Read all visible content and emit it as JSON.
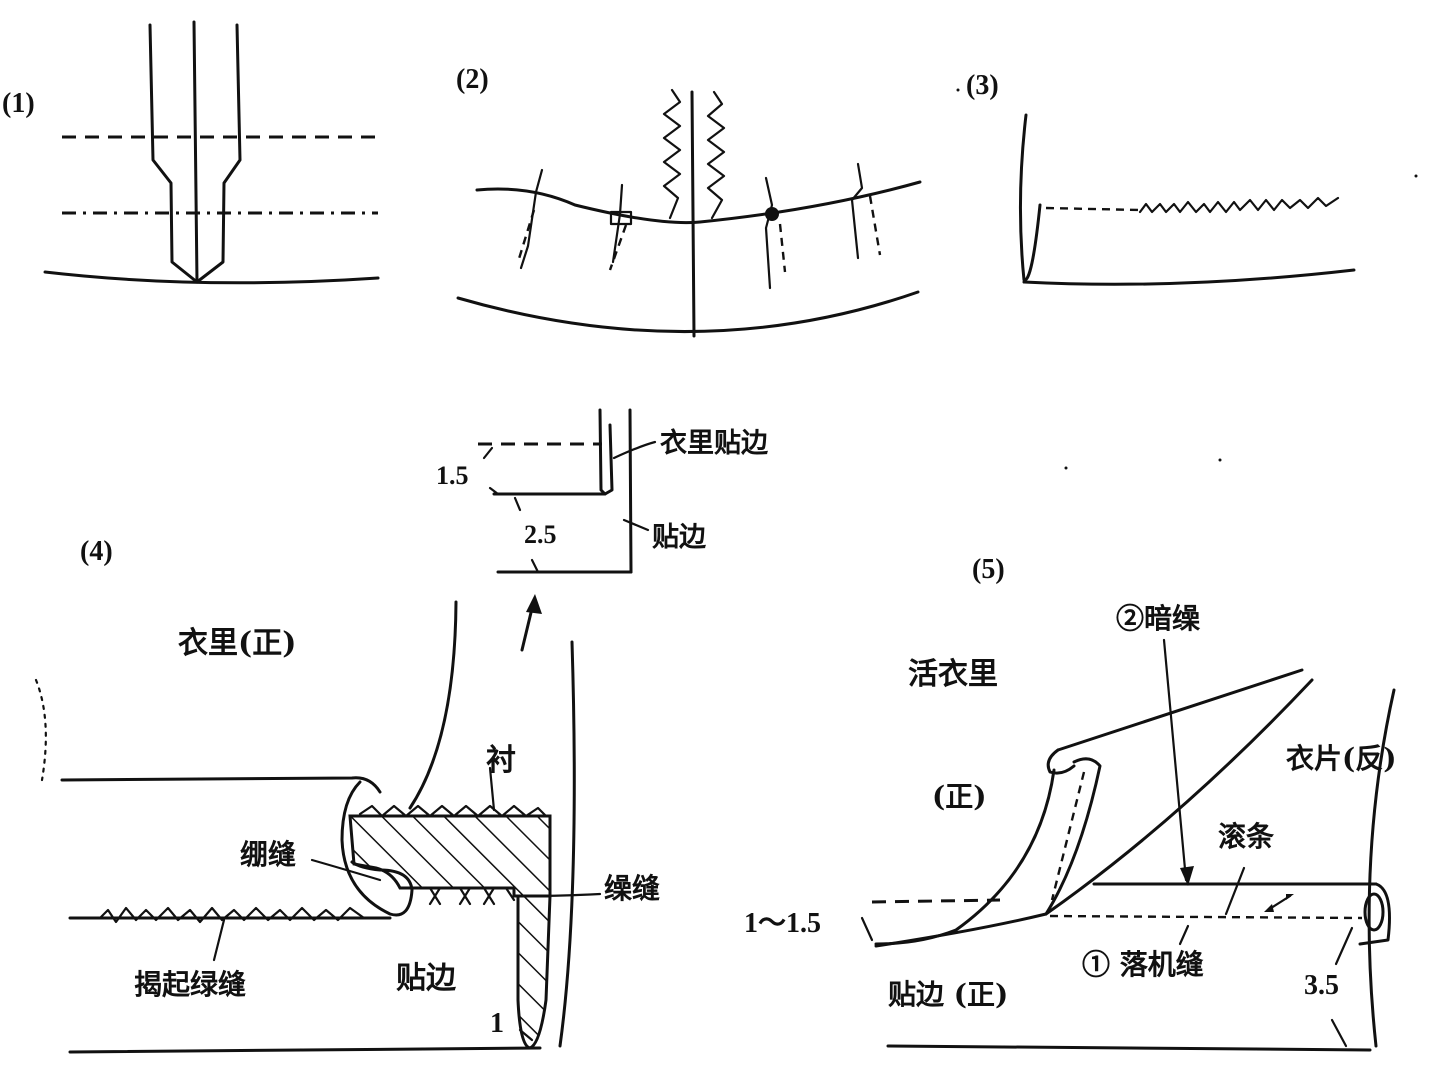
{
  "panels": {
    "p1": {
      "label": "(1)"
    },
    "p2": {
      "label": "(2)"
    },
    "p3": {
      "label": "(3)"
    },
    "p4": {
      "label": "(4)"
    },
    "p5": {
      "label": "(5)"
    }
  },
  "detail": {
    "lining_facing": "衣里贴边",
    "facing": "贴边",
    "dim_a": "1.5",
    "dim_b": "2.5"
  },
  "fig4": {
    "lining_right": "衣里(正)",
    "interlining": "衬",
    "basting": "绷缝",
    "blind_hem": "缲缝",
    "raised_hem": "揭起绿缝",
    "facing": "贴边",
    "dim": "1"
  },
  "fig5": {
    "blind_stitch": "②暗缲",
    "loose_lining": "活衣里",
    "right_side": "(正)",
    "garment_back": "衣片(反)",
    "binding": "滚条",
    "dim_left": "1～1.5",
    "drop_stitch": "① 落机缝",
    "facing_right": "贴边 (正)",
    "dim_right": "3.5"
  }
}
